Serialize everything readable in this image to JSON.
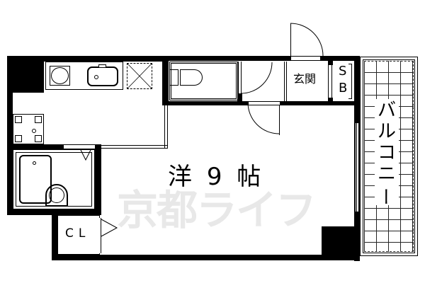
{
  "floorplan": {
    "main_room": {
      "label": "洋",
      "size": "9",
      "unit": "帖"
    },
    "entrance": {
      "label": "玄関"
    },
    "shoe_box": {
      "line1": "S",
      "line2": "B"
    },
    "closet": {
      "label": "CL"
    },
    "balcony": {
      "label_chars": [
        "バ",
        "ル",
        "コ",
        "ニ",
        "ー"
      ]
    },
    "watermark": {
      "text": "京都ライフ",
      "color": "#e8e8e8"
    },
    "colors": {
      "wall": "#000000",
      "background": "#ffffff"
    }
  }
}
